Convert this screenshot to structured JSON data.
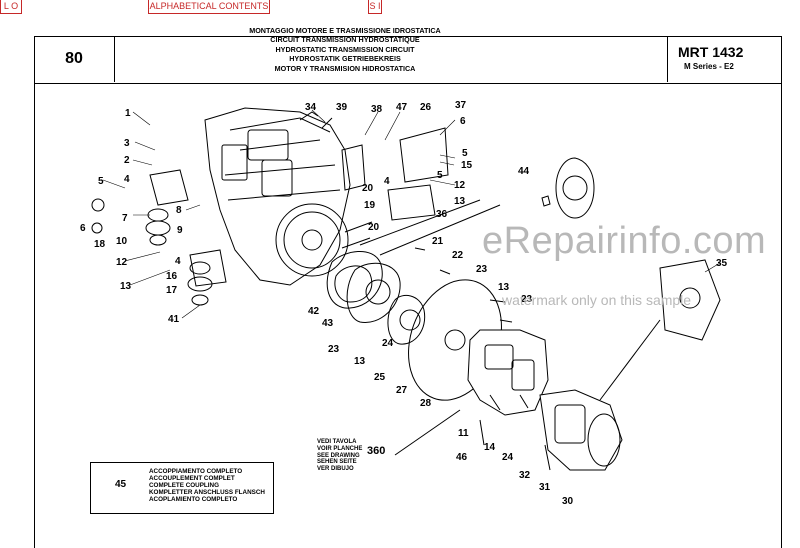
{
  "nav": {
    "left_tab": "L O",
    "alpha_tab": "ALPHABETICAL CONTENTS",
    "right_tab": "S I"
  },
  "header": {
    "page_number": "80",
    "titles": [
      "MONTAGGIO MOTORE E TRASMISSIONE IDROSTATICA",
      "CIRCUIT TRANSMISSION HYDROSTATIQUE",
      "HYDROSTATIC TRANSMISSION CIRCUIT",
      "HYDROSTATIK GETRIEBEKREIS",
      "MOTOR Y TRANSMISION HIDROSTATICA"
    ],
    "model": "MRT 1432",
    "series": "M Series - E2"
  },
  "reference_box": {
    "lines": [
      "VEDI TAVOLA",
      "VOIR PLANCHE",
      "SEE DRAWING",
      "SEHEN SEITE",
      "VER DIBUJO"
    ],
    "target": "360"
  },
  "coupling_box": {
    "lines": [
      "ACCOPPIAMENTO COMPLETO",
      "ACCOUPLEMENT COMPLET",
      "COMPLETE COUPLING",
      "KOMPLETTER ANSCHLUSS FLANSCH",
      "ACOPLAMIENTO COMPLETO"
    ],
    "target": "45"
  },
  "watermark": {
    "site": "eRepairinfo.com",
    "note": "watermark only on this sample"
  },
  "callouts": [
    "1",
    "3",
    "2",
    "5",
    "4",
    "7",
    "8",
    "6",
    "18",
    "10",
    "9",
    "12",
    "4",
    "16",
    "13",
    "17",
    "41",
    "34",
    "39",
    "38",
    "47",
    "26",
    "37",
    "6",
    "5",
    "15",
    "20",
    "4",
    "5",
    "12",
    "13",
    "19",
    "36",
    "20",
    "21",
    "22",
    "23",
    "42",
    "43",
    "23",
    "13",
    "25",
    "27",
    "28",
    "24",
    "13",
    "23",
    "11",
    "46",
    "14",
    "24",
    "32",
    "31",
    "30",
    "44",
    "35",
    "45",
    "360"
  ]
}
